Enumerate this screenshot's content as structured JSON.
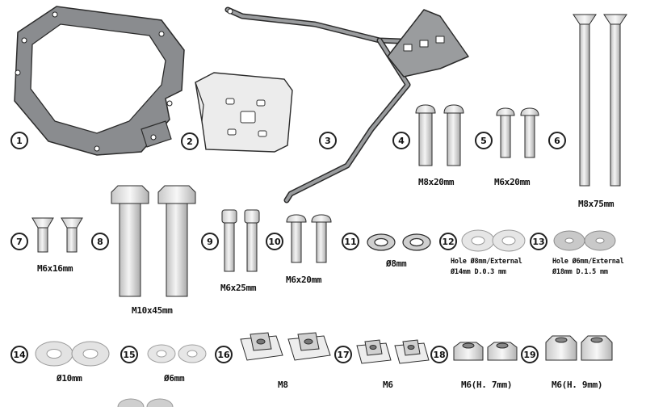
{
  "parts": [
    {
      "num": "1"
    },
    {
      "num": "2"
    },
    {
      "num": "3"
    },
    {
      "num": "4",
      "label": "M8x20mm"
    },
    {
      "num": "5",
      "label": "M6x20mm"
    },
    {
      "num": "6",
      "label": "M8x75mm"
    },
    {
      "num": "7",
      "label": "M6x16mm"
    },
    {
      "num": "8",
      "label": "M10x45mm"
    },
    {
      "num": "9",
      "label": "M6x25mm"
    },
    {
      "num": "10",
      "label": "M6x20mm"
    },
    {
      "num": "11",
      "label": "Ø8mm"
    },
    {
      "num": "12",
      "label": "Hole Ø8mm/External",
      "label2": "Ø14mm D.0.3 mm"
    },
    {
      "num": "13",
      "label": "Hole Ø6mm/External",
      "label2": "Ø18mm D.1.5 mm"
    },
    {
      "num": "14",
      "label": "Ø10mm"
    },
    {
      "num": "15",
      "label": "Ø6mm"
    },
    {
      "num": "16",
      "label": "M8"
    },
    {
      "num": "17",
      "label": "M6"
    },
    {
      "num": "18",
      "label": "M6(H. 7mm)"
    },
    {
      "num": "19",
      "label": "M6(H. 9mm)"
    }
  ],
  "colors": {
    "plate": "#8a8c8f",
    "outline": "#2b2b2b",
    "metal": "#e2e2e2",
    "washer": "#dcdcdc"
  }
}
